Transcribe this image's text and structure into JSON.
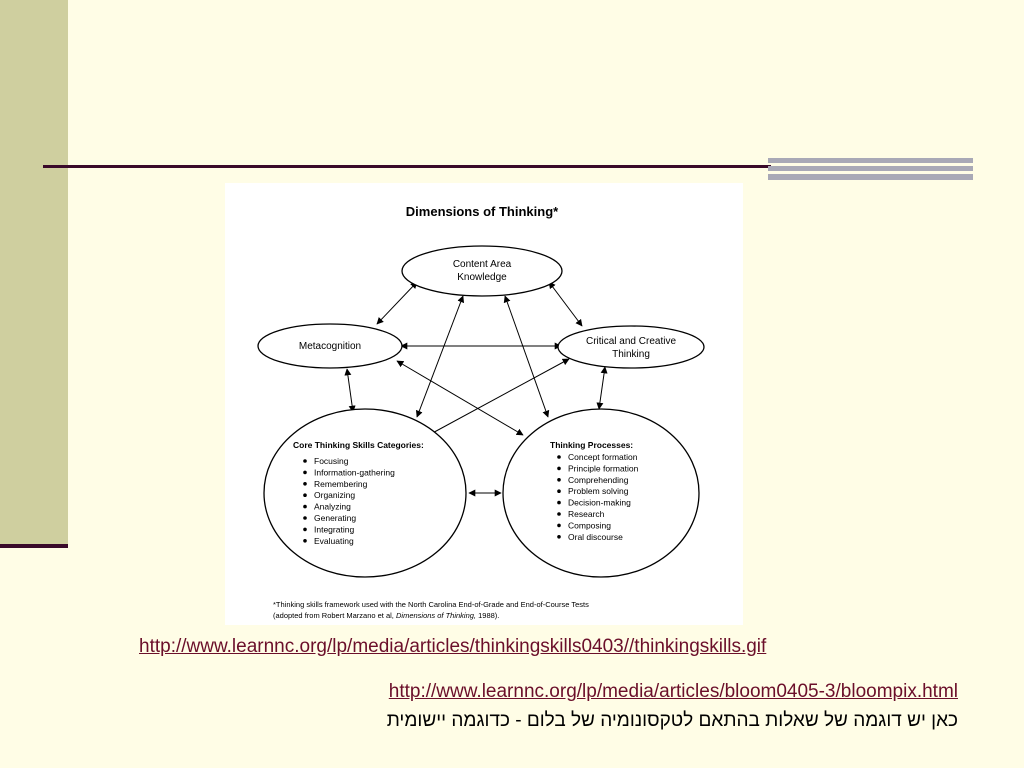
{
  "figure": {
    "title": "Dimensions of Thinking*",
    "nodes": {
      "content_area": [
        "Content Area",
        "Knowledge"
      ],
      "metacognition": "Metacognition",
      "critical_creative": [
        "Critical and Creative",
        "Thinking"
      ],
      "core_skills": {
        "heading": "Core Thinking Skills Categories:",
        "items": [
          "Focusing",
          "Information-gathering",
          "Remembering",
          "Organizing",
          "Analyzing",
          "Generating",
          "Integrating",
          "Evaluating"
        ]
      },
      "processes": {
        "heading": "Thinking Processes:",
        "items": [
          "Concept formation",
          "Principle formation",
          "Comprehending",
          "Problem solving",
          "Decision-making",
          "Research",
          "Composing",
          "Oral discourse"
        ]
      }
    },
    "footnote": {
      "line1": "*Thinking skills framework used with the North Carolina End-of-Grade and End-of-Course Tests",
      "line2_prefix": "(adopted from Robert Marzano et al, ",
      "line2_italic": "Dimensions of Thinking,",
      "line2_suffix": " 1988)."
    }
  },
  "links": {
    "link1": "http://www.learnnc.org/lp/media/articles/thinkingskills0403//thinkingskills.gif",
    "link2": "http://www.learnnc.org/lp/media/articles/bloom0405-3/bloompix.html"
  },
  "caption": "כאן יש דוגמה של שאלות בהתאם לטקסונומיה של בלום - כדוגמה יישומית",
  "colors": {
    "background": "#fffde6",
    "sidebar": "#cfcf9f",
    "rule": "#3a0a2a",
    "accent_gray": "#a9a9b6",
    "link": "#6b0f2a"
  }
}
